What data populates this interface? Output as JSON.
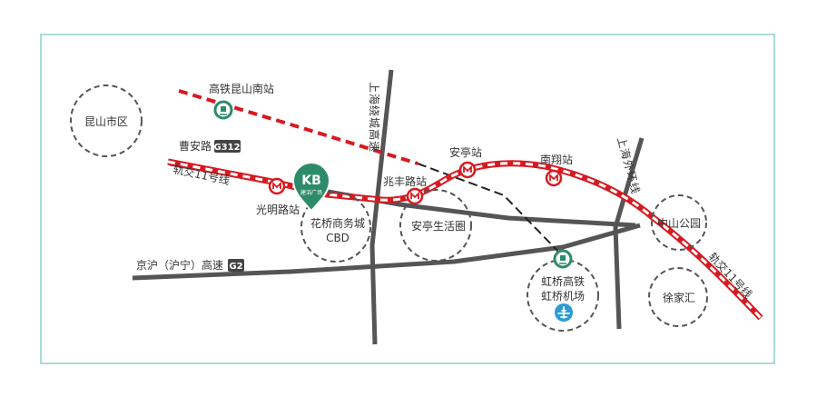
{
  "colors": {
    "frame": "#8fd0c6",
    "road": "#555555",
    "rail_red": "#d71920",
    "rail_black": "#222222",
    "circle": "#555555",
    "brand_green": "#2e8b6a",
    "airport_blue": "#2b9bd6"
  },
  "areas": {
    "kunshan": "昆山市区",
    "anting_life": "安亭生活圈",
    "zhongshan_park": "中山公园",
    "xujiahui": "徐家汇",
    "cbd_line1": "花桥商务城",
    "cbd_line2": "CBD",
    "hongqiao_line1": "虹桥高铁",
    "hongqiao_line2": "虹桥机场"
  },
  "roads": {
    "caoan_name": "曹安路",
    "caoan_code": "G312",
    "jinghu_name": "京沪（沪宁）高速",
    "jinghu_code": "G2",
    "ring_express_vertical": "上海绕城高速",
    "outer_ring_vertical": "上海外环线"
  },
  "rail": {
    "line_name_left": "轨交11号线",
    "line_name_right": "轨交11号线",
    "stations": {
      "guangming": "光明路站",
      "zhaofeng": "兆丰路站",
      "anting": "安亭站",
      "nanxiang": "南翔站"
    },
    "hsr_station": "高铁昆山南站"
  },
  "logo": {
    "text": "KB",
    "subtitle": "建滔广场"
  },
  "icons": {
    "metro": "metro-icon",
    "rail": "railway-icon",
    "airport": "airplane-icon",
    "pin": "map-pin-icon"
  }
}
